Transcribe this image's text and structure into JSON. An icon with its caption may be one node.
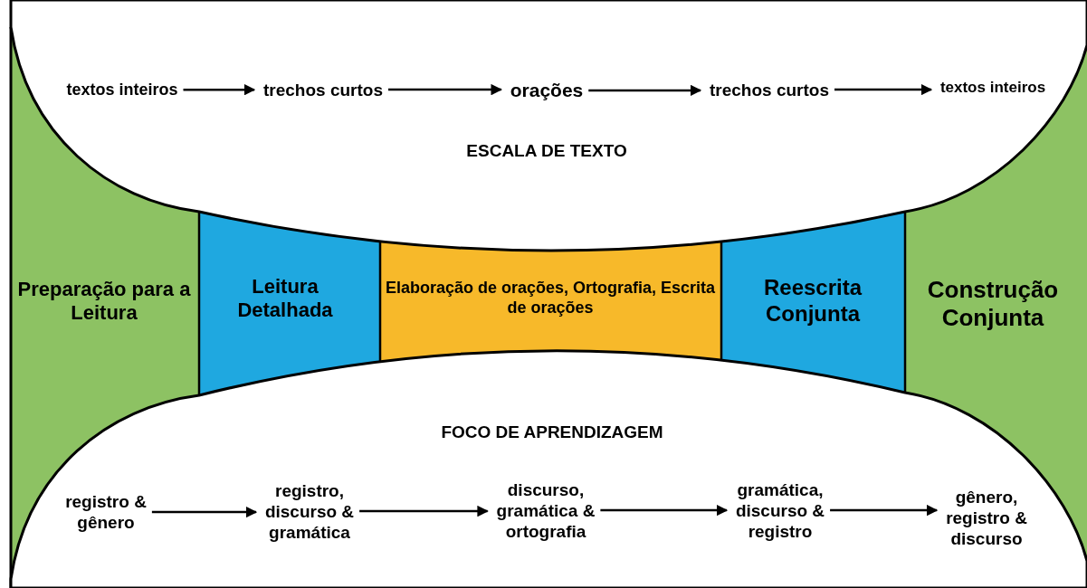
{
  "diagram": {
    "nodes": [
      {
        "text": [
          "textos inteiros"
        ]
      },
      {
        "text": [
          "trechos curtos"
        ]
      },
      {
        "text": [
          "orações"
        ]
      },
      {
        "text": [
          "trechos curtos"
        ]
      },
      {
        "text": [
          "textos inteiros"
        ]
      },
      {
        "text": [
          "Preparação para a Leitura"
        ]
      },
      {
        "text": [
          "Leitura Detalhada"
        ]
      },
      {
        "text": [
          "Elaboração de orações, Ortografia, Escrita de orações"
        ]
      },
      {
        "text": [
          "Reescrita Conjunta"
        ]
      },
      {
        "text": [
          "Construção Conjunta"
        ]
      },
      {
        "text": [
          "registro & gênero"
        ]
      },
      {
        "text": [
          "registro, discurso & gramática"
        ]
      },
      {
        "text": [
          "discurso, gramática & ortografia"
        ]
      },
      {
        "text": [
          "gramática, discurso & registro"
        ]
      },
      {
        "text": [
          "gênero, registro & discurso"
        ]
      }
    ],
    "edges": [
      {
        "from": 0,
        "to": 1,
        "arrow": "to"
      },
      {
        "from": 1,
        "to": 2,
        "arrow": "to"
      },
      {
        "from": 2,
        "to": 3,
        "arrow": "to"
      },
      {
        "from": 3,
        "to": 4,
        "arrow": "to"
      },
      {
        "from": 10,
        "to": 11,
        "arrow": "to"
      },
      {
        "from": 11,
        "to": 12,
        "arrow": "to"
      },
      {
        "from": 12,
        "to": 13,
        "arrow": "to"
      },
      {
        "from": 13,
        "to": 14,
        "arrow": "to"
      }
    ],
    "labels": [
      "ESCALA DE TEXTO",
      "FOCO DE APRENDIZAGEM"
    ]
  }
}
